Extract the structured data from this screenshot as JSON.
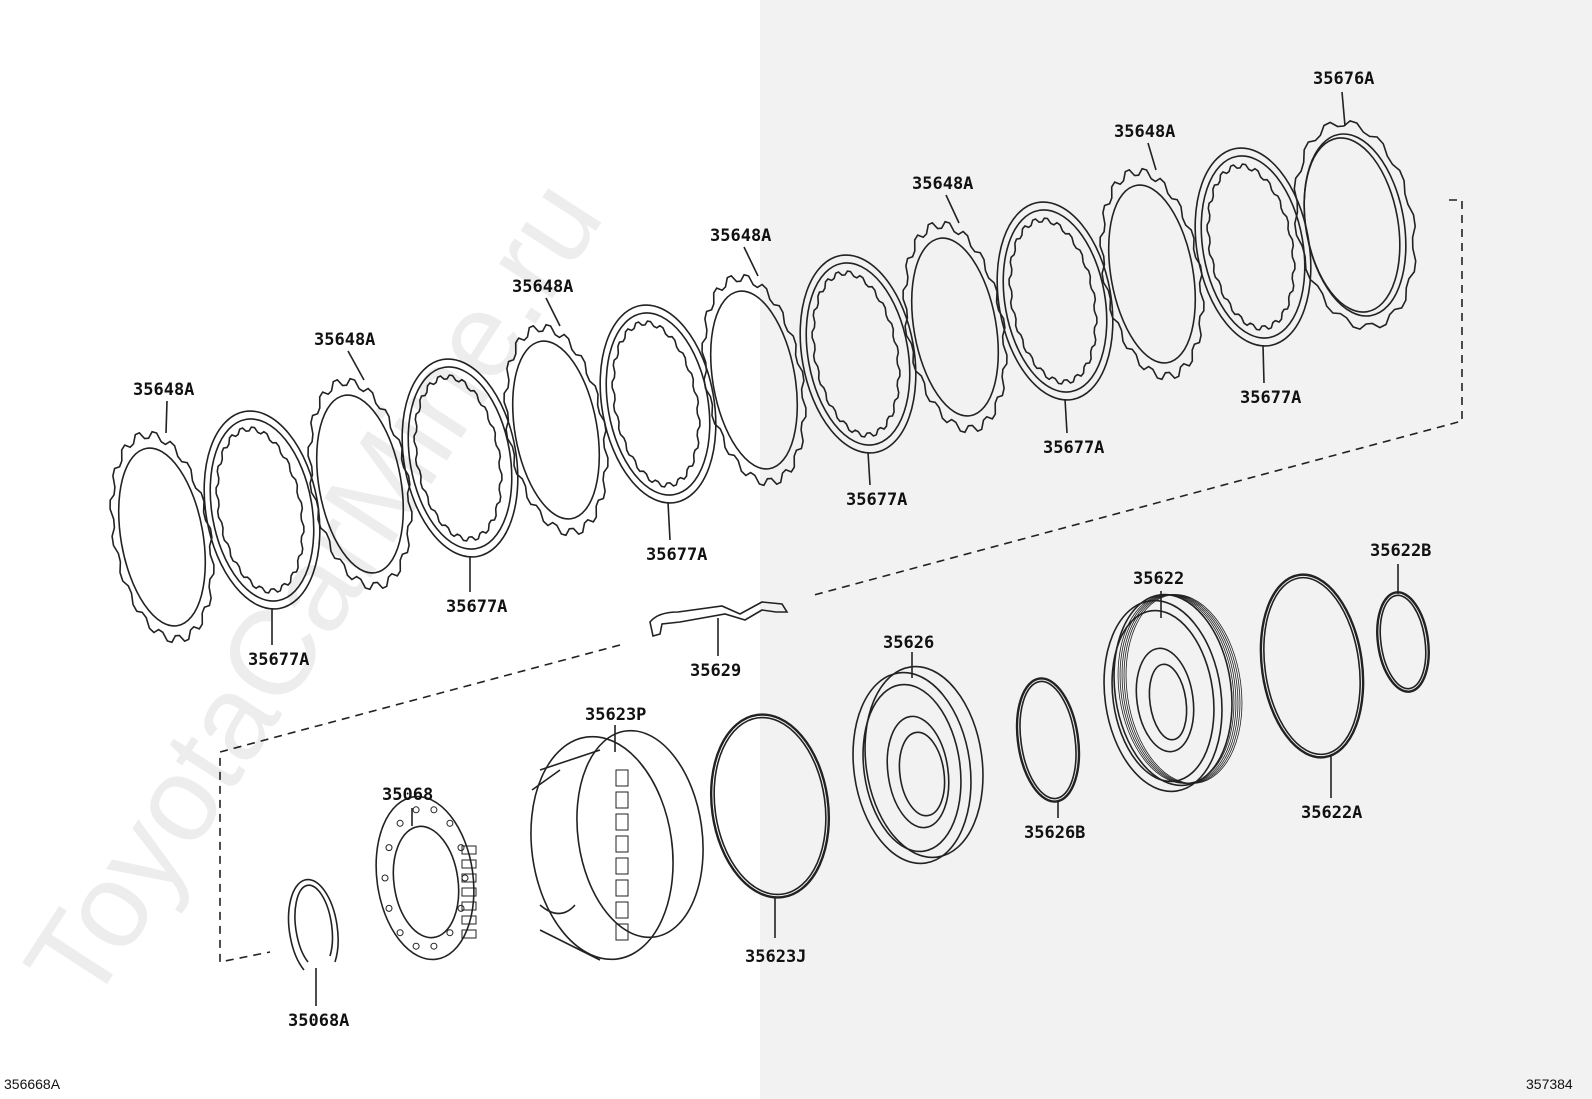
{
  "diagram": {
    "parts": [
      {
        "id": "35648A",
        "label": "35648A",
        "kind": "steel-plate"
      },
      {
        "id": "35677A",
        "label": "35677A",
        "kind": "friction-disc"
      },
      {
        "id": "35676A",
        "label": "35676A",
        "kind": "flange-plate"
      },
      {
        "id": "35629",
        "label": "35629",
        "kind": "spring-clip"
      },
      {
        "id": "35622B",
        "label": "35622B",
        "kind": "o-ring"
      },
      {
        "id": "35622",
        "label": "35622",
        "kind": "piston"
      },
      {
        "id": "35622A",
        "label": "35622A",
        "kind": "o-ring"
      },
      {
        "id": "35626",
        "label": "35626",
        "kind": "piston"
      },
      {
        "id": "35626B",
        "label": "35626B",
        "kind": "o-ring"
      },
      {
        "id": "35623P",
        "label": "35623P",
        "kind": "clutch-drum"
      },
      {
        "id": "35623J",
        "label": "35623J",
        "kind": "o-ring"
      },
      {
        "id": "35068",
        "label": "35068",
        "kind": "return-spring"
      },
      {
        "id": "35068A",
        "label": "35068A",
        "kind": "snap-ring"
      }
    ]
  },
  "footer": {
    "left_code": "356668A",
    "right_code": "357384"
  },
  "watermark": {
    "text": "ToyotaCarMine.ru"
  }
}
